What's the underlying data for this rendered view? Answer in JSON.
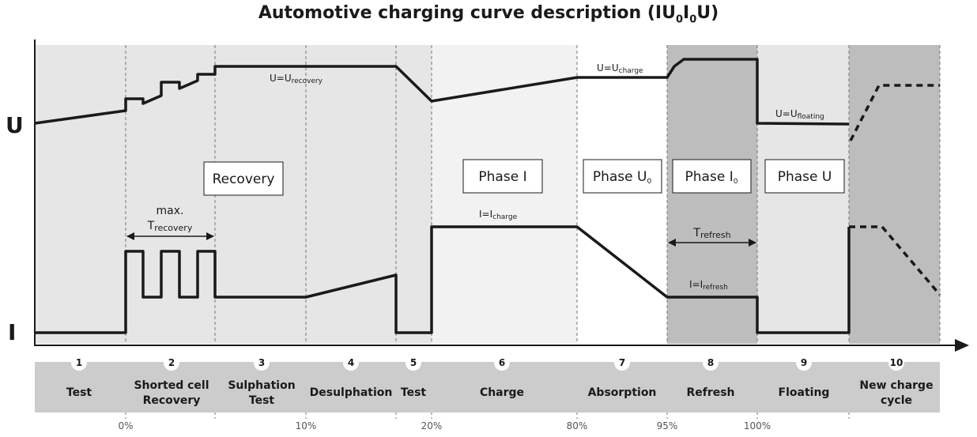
{
  "title": {
    "prefix": "Automotive charging curve description (IU",
    "sub1": "0",
    "mid": "I",
    "sub2": "0",
    "suffix": "U)"
  },
  "axes": {
    "u_label": "U",
    "i_label": "I"
  },
  "phase_boxes": {
    "recovery": "Recovery",
    "phase_i": "Phase I",
    "phase_u0": {
      "main": "Phase U",
      "sub": "0"
    },
    "phase_i0": {
      "main": "Phase I",
      "sub": "0"
    },
    "phase_u": "Phase U"
  },
  "annotations": {
    "u_recovery": {
      "main": "U=U",
      "sub": "recovery"
    },
    "u_charge": {
      "main": "U=U",
      "sub": "charge"
    },
    "u_floating": {
      "main": "U=U",
      "sub": "floating"
    },
    "i_charge": {
      "main": "I=I",
      "sub": "charge"
    },
    "i_refresh": {
      "main": "I=I",
      "sub": "refresh"
    },
    "max_label": "max.",
    "t_recovery": {
      "main": "T",
      "sub": "recovery"
    },
    "t_refresh": {
      "main": "T",
      "sub": "refresh"
    }
  },
  "steps": [
    {
      "num": "1",
      "lines": [
        "Test"
      ]
    },
    {
      "num": "2",
      "lines": [
        "Shorted cell",
        "Recovery"
      ]
    },
    {
      "num": "3",
      "lines": [
        "Sulphation",
        "Test"
      ]
    },
    {
      "num": "4",
      "lines": [
        "Desulphation"
      ]
    },
    {
      "num": "5",
      "lines": [
        "Test"
      ]
    },
    {
      "num": "6",
      "lines": [
        "Charge"
      ]
    },
    {
      "num": "7",
      "lines": [
        "Absorption"
      ]
    },
    {
      "num": "8",
      "lines": [
        "Refresh"
      ]
    },
    {
      "num": "9",
      "lines": [
        "Floating"
      ]
    },
    {
      "num": "10",
      "lines": [
        "New charge",
        "cycle"
      ]
    }
  ],
  "percent_labels": [
    "0%",
    "10%",
    "20%",
    "80%",
    "95%",
    "100%"
  ],
  "colors": {
    "band_light": "#e6e6e6",
    "band_lighter": "#f2f2f2",
    "band_mid": "#d4d4d4",
    "band_dark": "#bdbdbd",
    "band_white": "#ffffff",
    "step_bar": "#cccccc",
    "curve": "#1a1a1a",
    "divider": "#777777"
  }
}
